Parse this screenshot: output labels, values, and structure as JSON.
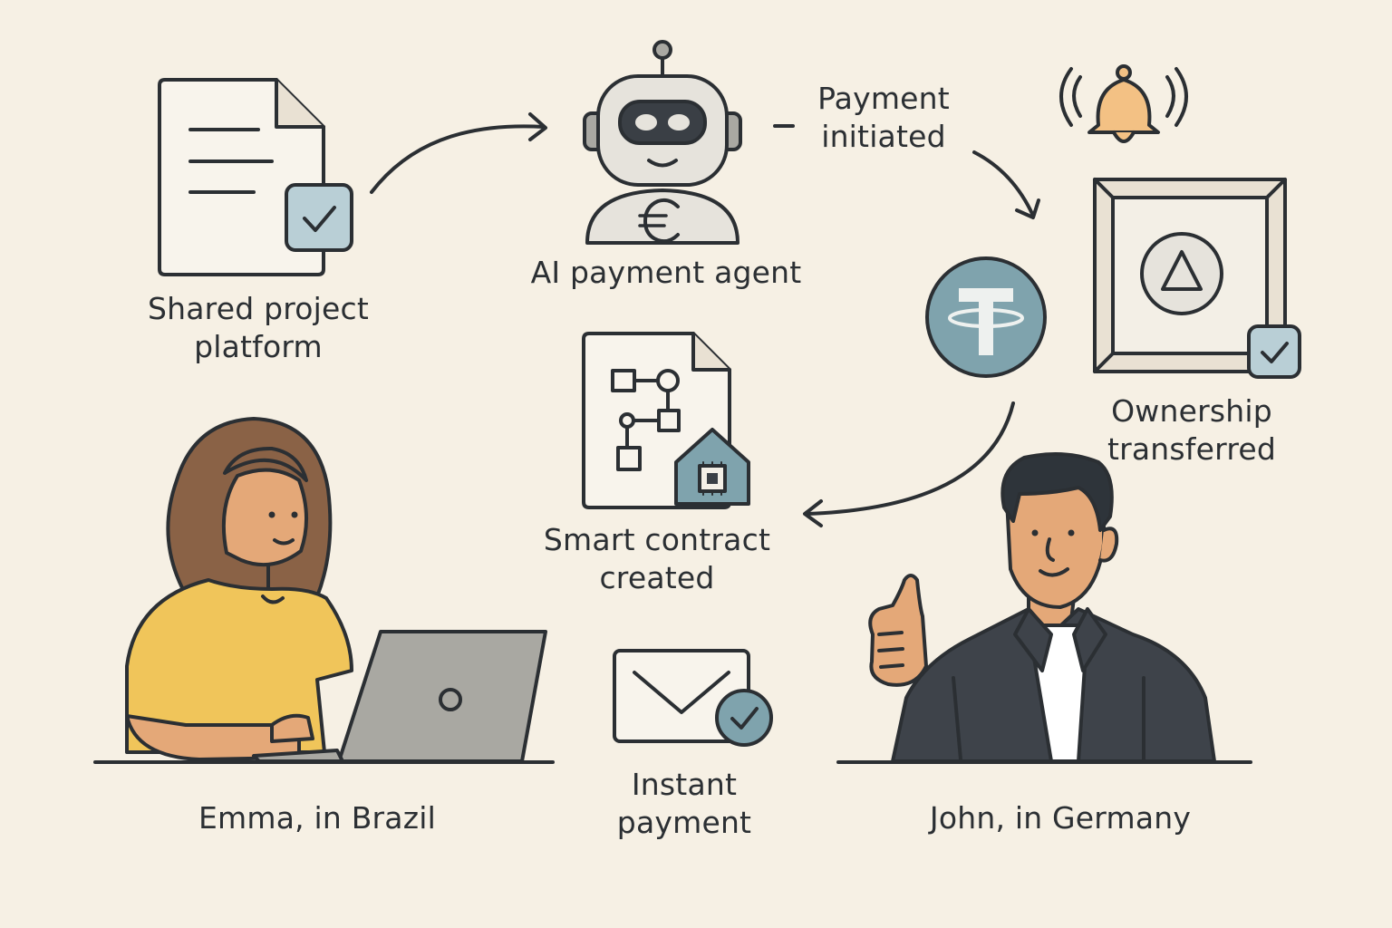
{
  "labels": {
    "shared_platform": "Shared project\nplatform",
    "ai_agent": "AI payment agent",
    "payment_initiated": "Payment\ninitiated",
    "ownership": "Ownership\ntransferred",
    "smart_contract": "Smart contract\ncreated",
    "emma": "Emma, in Brazil",
    "instant_payment": "Instant\npayment",
    "john": "John, in Germany"
  },
  "icons": {
    "document": "document-check-icon",
    "robot": "robot-icon",
    "euro": "euro-icon",
    "bell": "bell-icon",
    "frame": "nft-frame-icon",
    "coin": "tether-coin-icon",
    "contract": "smart-contract-icon",
    "email": "email-check-icon"
  },
  "colors": {
    "background": "#f6f0e4",
    "stroke": "#2b2f33",
    "accent_blue": "#7fa3ad",
    "check_blue": "#b9cfd6",
    "bell_orange": "#f3c184",
    "shirt_yellow": "#f0c55a",
    "skin": "#e4a878",
    "hair_brown": "#8a6246",
    "laptop_gray": "#a9a8a2",
    "suit_dark": "#3e434a"
  }
}
